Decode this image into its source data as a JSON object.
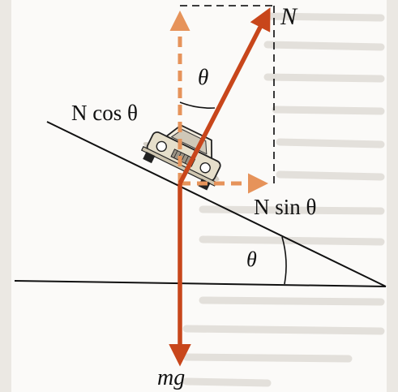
{
  "figure": {
    "labels": {
      "normal_force": "N",
      "vertical_component": "N cos θ",
      "horizontal_component": "N sin θ",
      "angle_top": "θ",
      "angle_incline": "θ",
      "weight": "mg"
    },
    "colors": {
      "background": "#ebe8e3",
      "panel": "#fbfaf8",
      "arrow_solid": "#c8461b",
      "arrow_dashed": "#e6935a",
      "line": "#111111",
      "page_text_ghost": "#d9d5cf"
    }
  }
}
